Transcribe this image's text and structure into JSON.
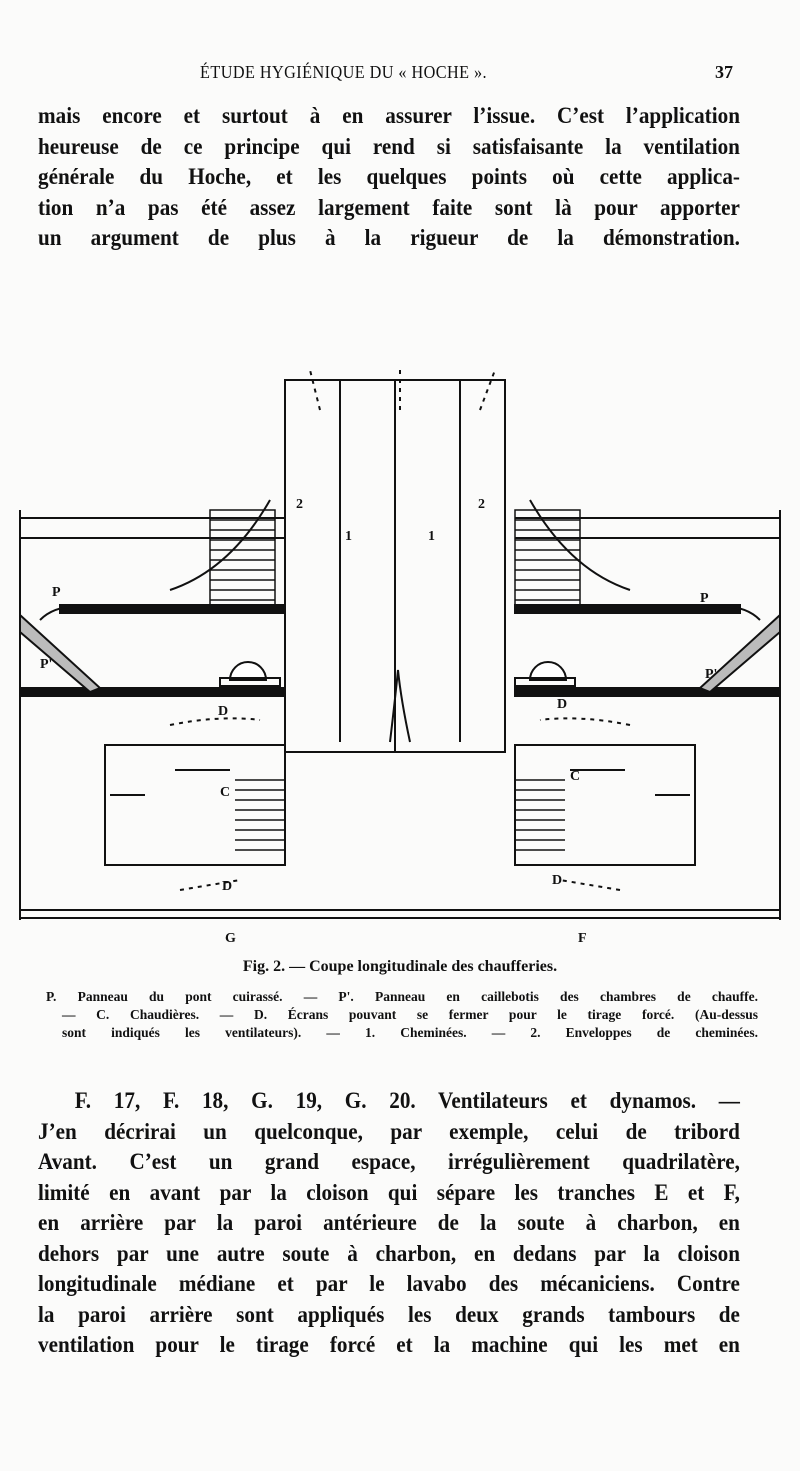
{
  "header": {
    "title": "ÉTUDE HYGIÉNIQUE DU « HOCHE ».",
    "page_number": "37"
  },
  "top_paragraph": [
    "mais encore et surtout à en assurer l’issue. C’est l’application",
    "heureuse de ce principe qui rend si satisfaisante la ventilation",
    "générale du Hoche, et les quelques points où cette applica-",
    "tion n’a pas été assez largement faite sont là pour apporter",
    "un argument de plus à la rigueur de la démonstration."
  ],
  "figure": {
    "labels": {
      "chimney_left": "1",
      "chimney_right": "1",
      "envelope_left": "2",
      "envelope_right": "2",
      "p_left": "P",
      "p_right": "P",
      "pprime_left": "P'",
      "pprime_right": "P'",
      "d_upper_left": "D",
      "d_upper_right": "D",
      "d_lower_left": "D",
      "d_lower_right": "D",
      "c_left": "C",
      "c_right": "C",
      "g": "G",
      "f": "F"
    },
    "caption": "Fig. 2. — Coupe longitudinale des chaufferies.",
    "legend": [
      "P. Panneau du pont cuirassé. — P'. Panneau en caillebotis des chambres de chauffe.",
      "— C. Chaudières. — D. Écrans pouvant se fermer pour le tirage forcé. (Au-dessus",
      "sont indiqués les ventilateurs). — 1. Cheminées. — 2. Enveloppes de cheminées."
    ]
  },
  "bottom_paragraph": [
    "F. 17, F. 18, G. 19, G. 20. Ventilateurs et dynamos. —",
    "J’en décrirai un quelconque, par exemple, celui de tribord",
    "Avant. C’est un grand espace, irrégulièrement quadrilatère,",
    "limité en avant par la cloison qui sépare les tranches E et F,",
    "en arrière par la paroi antérieure de la soute à charbon, en",
    "dehors par une autre soute à charbon, en dedans par la cloison",
    "longitudinale médiane et par le lavabo des mécaniciens. Contre",
    "la paroi arrière sont appliqués les deux grands tambours de",
    "ventilation pour le tirage forcé et la machine qui les met en"
  ]
}
